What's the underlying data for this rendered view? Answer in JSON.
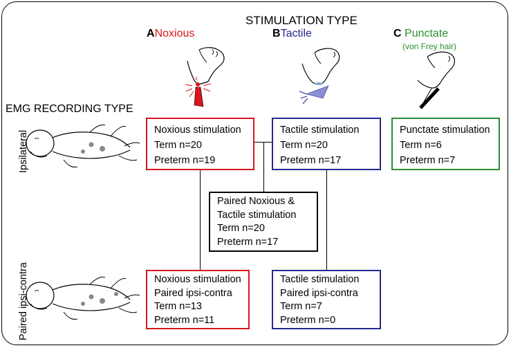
{
  "header": {
    "stimulation_type": "STIMULATION TYPE",
    "emg_recording_type": "EMG RECORDING TYPE"
  },
  "columns": [
    {
      "letter": "A",
      "name": "Noxious",
      "color": "#d8151b"
    },
    {
      "letter": "B",
      "name": "Tactile",
      "color": "#25288e"
    },
    {
      "letter": "C",
      "name": "Punctate",
      "sub": "(von Frey hair)",
      "color": "#2a8f2e"
    }
  ],
  "rows": {
    "ipsilateral": "Ipsilateral",
    "paired": "Paired ipsi-contra"
  },
  "boxes": {
    "noxious_ipsi": [
      "Noxious stimulation",
      "Term n=20",
      "Preterm n=19"
    ],
    "tactile_ipsi": [
      "Tactile stimulation",
      "Term n=20",
      "Preterm n=17"
    ],
    "punctate_ipsi": [
      "Punctate stimulation",
      "Term n=6",
      "Preterm n=7"
    ],
    "paired_noxious_tactile": [
      "Paired Noxious &",
      "Tactile stimulation",
      "Term n=20",
      "Preterm n=17"
    ],
    "noxious_paired": [
      "Noxious stimulation",
      "Paired ipsi-contra",
      "Term n=13",
      "Preterm n=11"
    ],
    "tactile_paired": [
      "Tactile stimulation",
      "Paired ipsi-contra",
      "Term n=7",
      "Preterm n=0"
    ]
  }
}
